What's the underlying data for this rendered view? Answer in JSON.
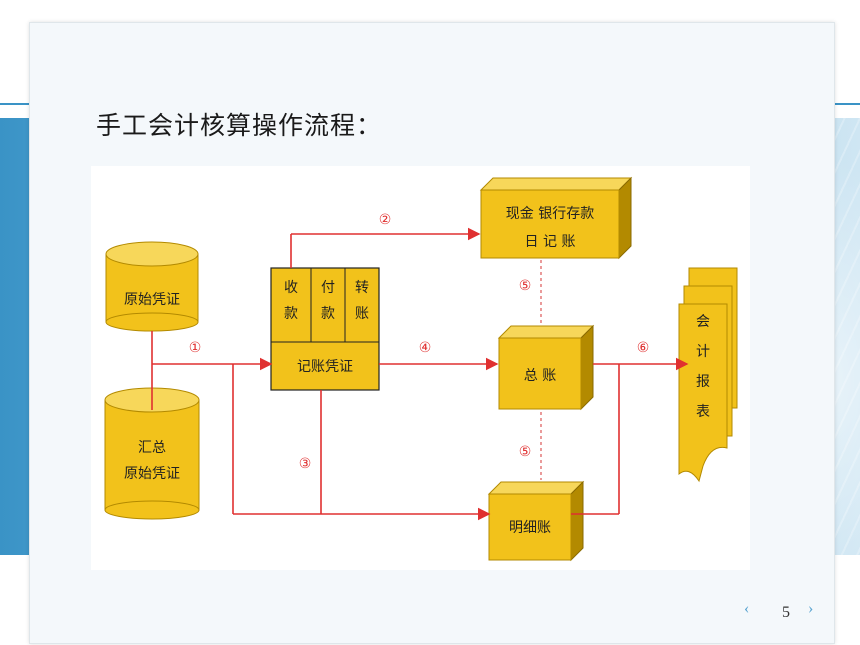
{
  "slide": {
    "title": "手工会计核算操作流程：",
    "page_number": "5",
    "nav_prev": "‹",
    "nav_next": "›"
  },
  "diagram": {
    "nodes": {
      "original_voucher": "原始凭证",
      "summary_voucher_line1": "汇总",
      "summary_voucher_line2": "原始凭证",
      "voucher_col1_a": "收",
      "voucher_col1_b": "款",
      "voucher_col2_a": "付",
      "voucher_col2_b": "款",
      "voucher_col3_a": "转",
      "voucher_col3_b": "账",
      "voucher_bottom": "记账凭证",
      "journal_line1": "现金  银行存款",
      "journal_line2": "日  记  账",
      "general_ledger": "总  账",
      "subsidiary_ledger": "明细账",
      "report_1": "会",
      "report_2": "计",
      "report_3": "报",
      "report_4": "表"
    },
    "steps": {
      "s1": "①",
      "s2": "②",
      "s3": "③",
      "s4": "④",
      "s5a": "⑤",
      "s5b": "⑤",
      "s6": "⑥"
    },
    "colors": {
      "box_fill": "#f2c21b",
      "box_side": "#b38a00",
      "box_top": "#f7d75a",
      "arrow": "#e03030",
      "dotted": "#e07070"
    }
  }
}
